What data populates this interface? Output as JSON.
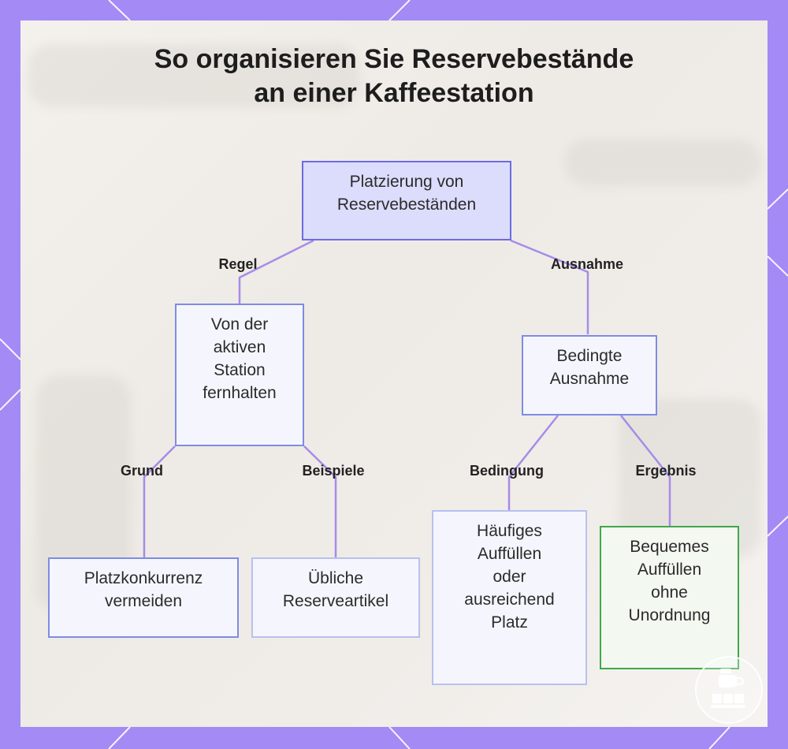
{
  "title": {
    "line1": "So organisieren Sie Reservebestände",
    "line2": "an einer Kaffeestation"
  },
  "nodes": {
    "root": [
      "Platzierung von",
      "Reservebeständen"
    ],
    "rule": [
      "Von der",
      "aktiven",
      "Station",
      "fernhalten"
    ],
    "exception": [
      "Bedingte",
      "Ausnahme"
    ],
    "reason": [
      "Platzkonkurrenz",
      "vermeiden"
    ],
    "examples": [
      "Übliche",
      "Reserveartikel"
    ],
    "condition": [
      "Häufiges",
      "Auffüllen",
      "oder",
      "ausreichend",
      "Platz"
    ],
    "result": [
      "Bequemes",
      "Auffüllen",
      "ohne",
      "Unordnung"
    ]
  },
  "edge_labels": {
    "regel": "Regel",
    "ausnahme": "Ausnahme",
    "grund": "Grund",
    "beispiele": "Beispiele",
    "bedingung": "Bedingung",
    "ergebnis": "Ergebnis"
  },
  "colors": {
    "frame": "#a38af5",
    "edge": "#a78be8",
    "root_fill": "#dcdcfc",
    "root_border": "#6c6ce0",
    "node_fill": "#f5f6fd",
    "node_border": "#7f8be3",
    "light_border": "#b7c0ee",
    "result_fill": "#f3f8f1",
    "result_border": "#3fa84a"
  },
  "icons": {
    "badge": "coffee-machine-icon"
  }
}
